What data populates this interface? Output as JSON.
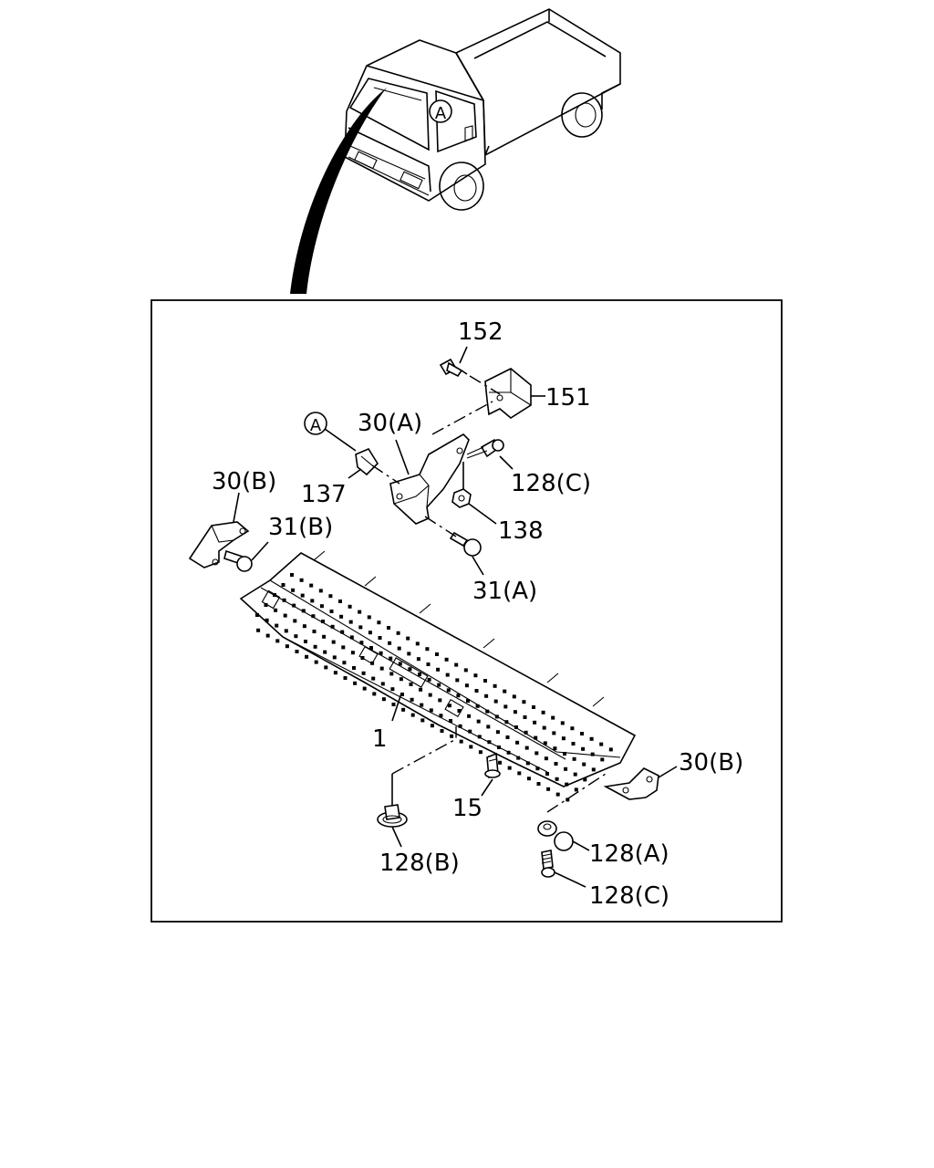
{
  "callout_marker": "A",
  "labels": {
    "p152": "152",
    "p151": "151",
    "p30a": "30(A)",
    "marker_a": "A",
    "p137": "137",
    "p30b_left": "30(B)",
    "p31b": "31(B)",
    "p128c_top": "128(C)",
    "p138": "138",
    "p31a": "31(A)",
    "p1": "1",
    "p30b_right": "30(B)",
    "p15": "15",
    "p128a": "128(A)",
    "p128b": "128(B)",
    "p128c_bottom": "128(C)"
  }
}
